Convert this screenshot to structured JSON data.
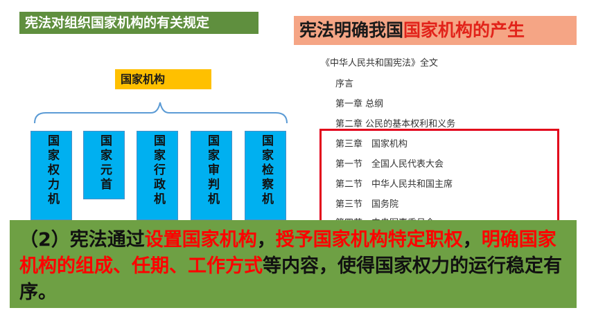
{
  "left_tag": "宪法对组织国家机构的有关规定",
  "right_title": {
    "prefix": "宪法明确我国",
    "highlight": "国家机构的产生"
  },
  "org_chart": {
    "title": "国家机构",
    "boxes": [
      {
        "label": "国家权力机关"
      },
      {
        "label": "国家元首"
      },
      {
        "label": "国家行政机关"
      },
      {
        "label": "国家审判机关"
      },
      {
        "label": "国家检察机关"
      }
    ]
  },
  "constitution": {
    "header": "《中华人民共和国宪法》全文",
    "lines": [
      "序言",
      "第一章 总纲",
      "第二章 公民的基本权利和义务"
    ],
    "framed_lines": [
      "第三章　国家机构",
      "第一节　全国人民代表大会",
      "第二节　中华人民共和国主席",
      "第三节　国务院",
      "第四节　中央军事委员会"
    ]
  },
  "summary": {
    "p1": "（2）宪法通过",
    "r1": "设置国家机构",
    "p2": "，",
    "r2": "授予国家机构特定职权",
    "p3": "，",
    "r3": "明确国家机构的组成、任期、工作方式",
    "p4": "等内容，使得国家权力的运行稳定有序。"
  },
  "colors": {
    "green_tag": "#5f8f3e",
    "salmon_title": "#f5a585",
    "accent_red": "#e2231a",
    "org_title_bg": "#ffc000",
    "org_box_bg": "#00b0f0",
    "overlay_bg": "#6ea044"
  }
}
